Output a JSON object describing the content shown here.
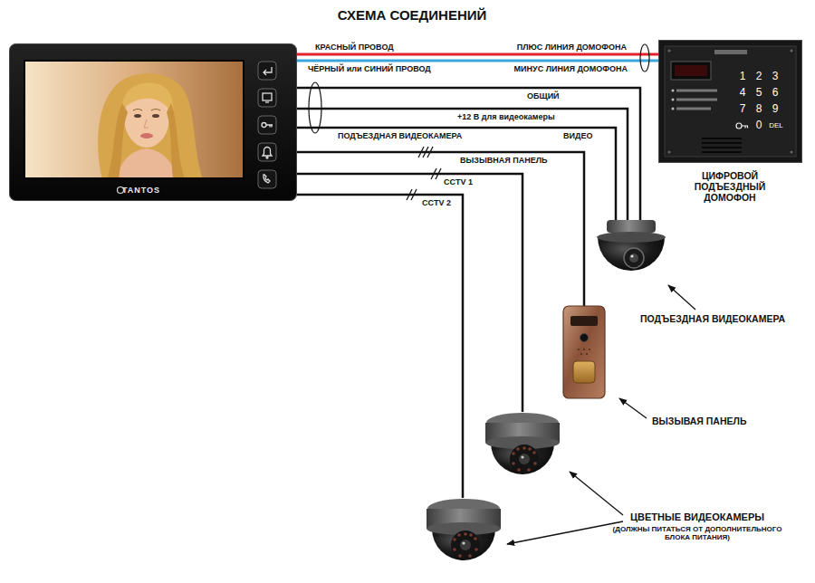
{
  "diagram": {
    "title": "СХЕМА СОЕДИНЕНИЙ",
    "nodes": [
      {
        "text": [
          "TANTOS"
        ]
      },
      {
        "text": [
          "ЦИФРОВОЙ ПОДЪЕЗДНЫЙ ДОМОФОН"
        ]
      }
    ],
    "edges": [
      {
        "from": 0,
        "to": 1,
        "arrow": "none",
        "label": "ПЛЮС ЛИНИЯ ДОМОФОНА"
      },
      {
        "from": 0,
        "to": 1,
        "arrow": "none",
        "label": "МИНУС ЛИНИЯ ДОМОФОНА"
      }
    ],
    "labels": [
      "КРАСНЫЙ ПРОВОД",
      "ЧЁРНЫЙ или СИНИЙ ПРОВОД",
      "ОБЩИЙ",
      "+12 В для видеокамеры",
      "ПОДЪЕЗДНАЯ ВИДЕОКАМЕРА",
      "ВИДЕО",
      "ВЫЗЫВНАЯ ПАНЕЛЬ",
      "CCTV 1",
      "CCTV 2",
      "ПОДЪЕЗДНАЯ ВИДЕОКАМЕРА",
      "ВЫЗЫВАЯ ПАНЕЛЬ",
      "ЦВЕТНЫЕ ВИДЕОКАМЕРЫ",
      "(ДОЛЖНЫ ПИТАТЬСЯ ОТ ДОПОЛНИТЕЛЬНОГО БЛОКА ПИТАНИЯ)",
      "1",
      "2",
      "3",
      "4",
      "5",
      "6",
      "7",
      "8",
      "9",
      "0",
      "DEL"
    ]
  }
}
